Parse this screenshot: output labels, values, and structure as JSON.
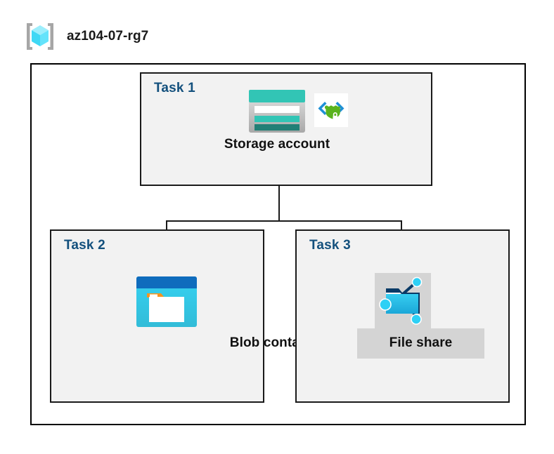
{
  "diagram": {
    "resource_group": {
      "icon": "resource-group-cube-icon",
      "name": "az104-07-rg7"
    },
    "tasks": [
      {
        "id": "task1",
        "label": "Task 1",
        "node_caption": "Storage account",
        "icons": [
          "storage-account-icon",
          "secure-endpoint-icon"
        ]
      },
      {
        "id": "task2",
        "label": "Task 2",
        "node_caption": "Blob container",
        "icons": [
          "blob-container-icon"
        ]
      },
      {
        "id": "task3",
        "label": "Task 3",
        "node_caption": "File share",
        "icons": [
          "file-share-icon"
        ]
      }
    ],
    "connectors": [
      {
        "name": "storage-to-split-trunk",
        "from": "task1",
        "to": "split-bus"
      },
      {
        "name": "split-bus",
        "from": "split-bus",
        "to": "split-bus"
      },
      {
        "name": "split-to-blob-container",
        "from": "split-bus",
        "to": "task2"
      },
      {
        "name": "split-to-file-share",
        "from": "split-bus",
        "to": "task3"
      }
    ],
    "colors": {
      "task_label": "#13507d",
      "caption_text": "#111111",
      "box_border": "#1a1a1a",
      "box_fill": "#f2f2f2",
      "canvas": "#ffffff",
      "fileshare_plate": "#d4d4d4",
      "storage_teal": "#32c5b5",
      "storage_teal_dark": "#227f76",
      "blob_blue": "#0f6cbd",
      "blob_cyan": "#32c8e8",
      "blob_orange": "#f7941e",
      "fileshare_cyan": "#32c8e8",
      "endpoint_green": "#5ab31d",
      "endpoint_blue": "#1e90d6",
      "rg_cube_cyan": "#64e3fb"
    }
  }
}
